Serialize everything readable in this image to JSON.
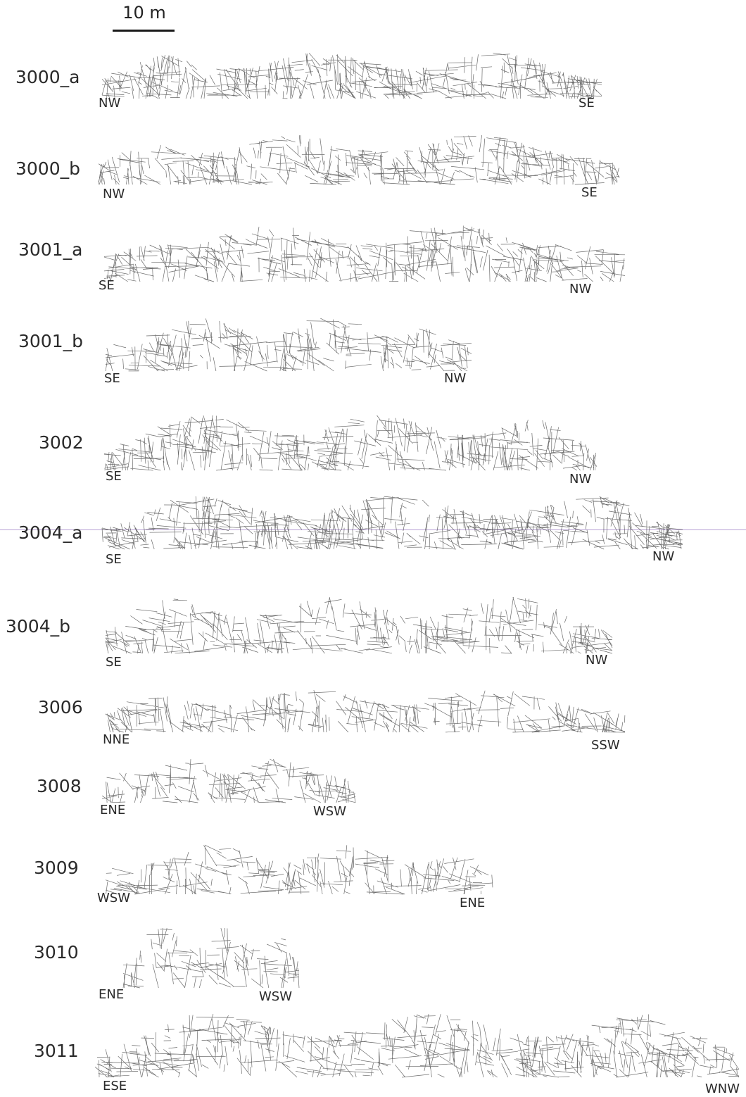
{
  "scale": {
    "label": "10 m"
  },
  "profiles": [
    {
      "id": "3000_a",
      "start": "NW",
      "end": "SE"
    },
    {
      "id": "3000_b",
      "start": "NW",
      "end": "SE"
    },
    {
      "id": "3001_a",
      "start": "SE",
      "end": "NW"
    },
    {
      "id": "3001_b",
      "start": "SE",
      "end": "NW"
    },
    {
      "id": "3002",
      "start": "SE",
      "end": "NW"
    },
    {
      "id": "3004_a",
      "start": "SE",
      "end": "NW"
    },
    {
      "id": "3004_b",
      "start": "SE",
      "end": "NW"
    },
    {
      "id": "3006",
      "start": "NNE",
      "end": "SSW"
    },
    {
      "id": "3008",
      "start": "ENE",
      "end": "WSW"
    },
    {
      "id": "3009",
      "start": "WSW",
      "end": "ENE"
    },
    {
      "id": "3010",
      "start": "ENE",
      "end": "WSW"
    },
    {
      "id": "3011",
      "start": "ESE",
      "end": "WNW"
    }
  ],
  "colors": {
    "trace": "#3a3a3a",
    "guide_line": "#b9a3d6"
  }
}
